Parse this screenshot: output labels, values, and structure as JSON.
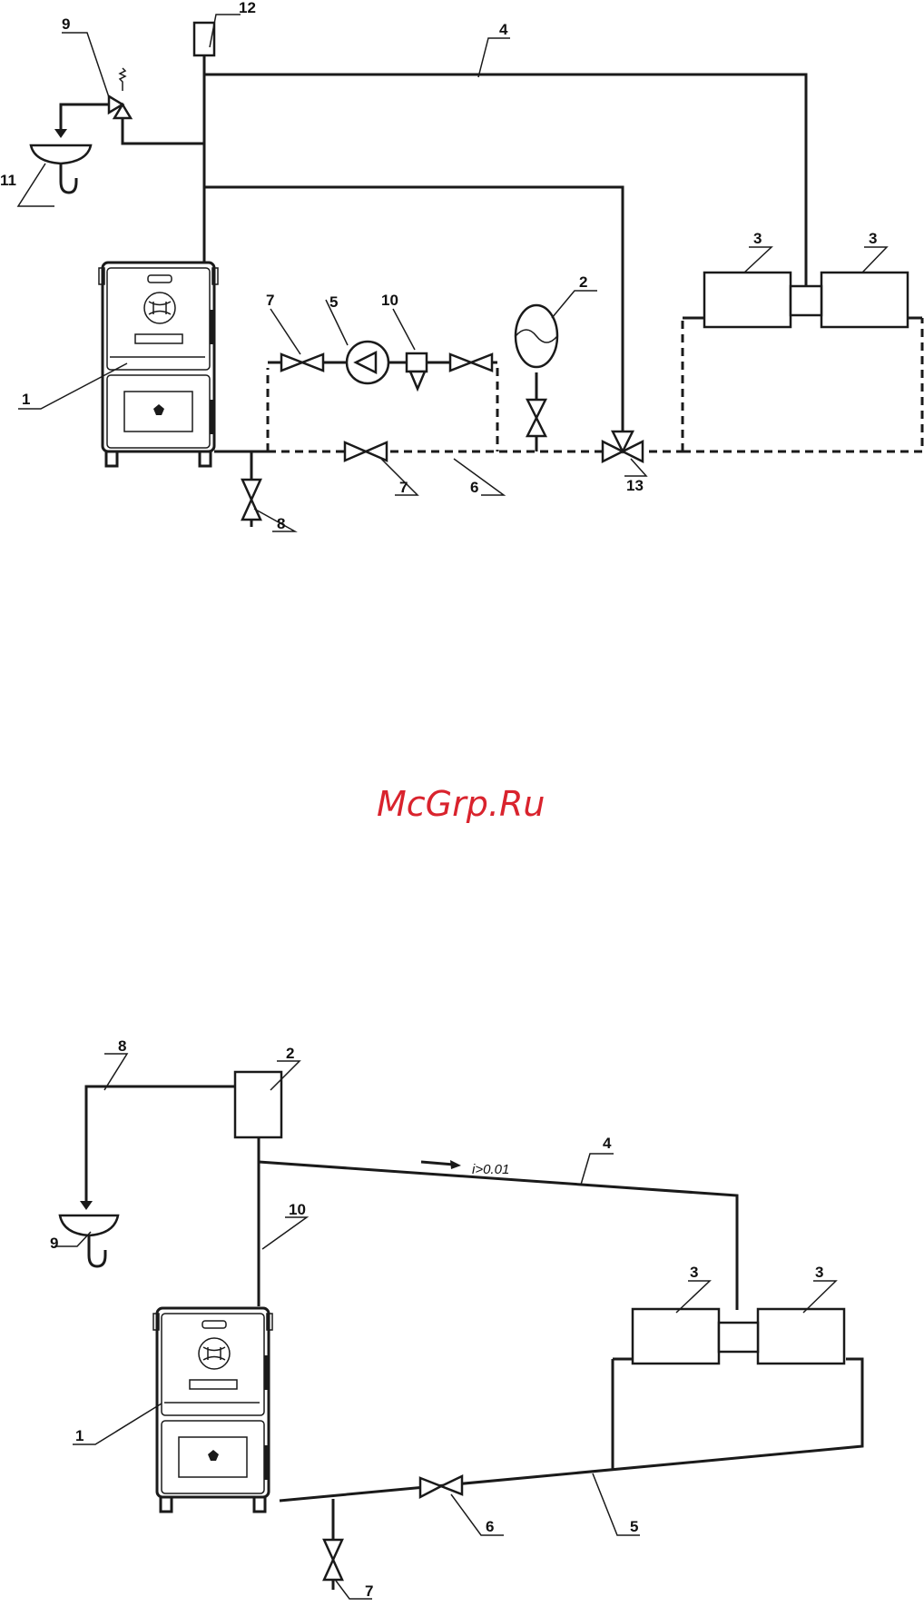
{
  "watermark": "McGrp.Ru",
  "diagram1": {
    "labels": {
      "boiler": "1",
      "expansion_tank": "2",
      "radiator_left": "3",
      "radiator_right": "3",
      "supply_pipe": "4",
      "pump": "5",
      "return_pipe": "6",
      "valve_pump_left": "7",
      "valve_bypass": "7",
      "drain_valve": "8",
      "safety_valve": "9",
      "filter": "10",
      "funnel": "11",
      "air_vent": "12",
      "three_way_valve": "13"
    }
  },
  "diagram2": {
    "labels": {
      "boiler": "1",
      "expansion_tank": "2",
      "radiator_left": "3",
      "radiator_right": "3",
      "supply_pipe": "4",
      "return_pipe": "5",
      "valve": "6",
      "drain_valve": "7",
      "overflow_pipe": "8",
      "funnel": "9",
      "riser": "10"
    },
    "slope_note": "i>0.01"
  }
}
